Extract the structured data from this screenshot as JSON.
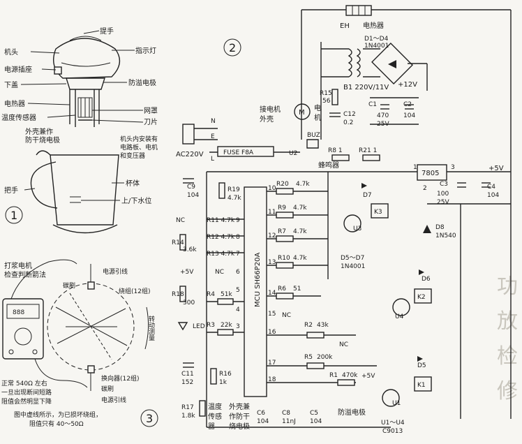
{
  "fig1": {
    "number": "1",
    "labels": {
      "handle_top": "提手",
      "head": "机头",
      "power_socket": "电源插座",
      "lower_cover": "下盖",
      "heater": "电热器",
      "temp_sensor": "温度传感器",
      "shell_note_1": "外壳兼作",
      "shell_note_2": "防干烧电极",
      "indicator": "指示灯",
      "overflow_electrode": "防溢电极",
      "mesh": "网罩",
      "blade": "刀片",
      "head_note_1": "机头内安装有",
      "head_note_2": "电路板、电机",
      "head_note_3": "和变压器",
      "handle": "把手",
      "cup": "杯体",
      "water_level": "上/下水位"
    }
  },
  "fig3": {
    "number": "3",
    "title_1": "打浆电机",
    "title_2": "检查判断箭法",
    "brush_top": "碳刷",
    "power_lead_top": "电源引线",
    "winding": "绕组(12组)",
    "rotate": "转动测量",
    "commutator": "换向器(12组)",
    "brush_bottom": "碳刷",
    "power_lead_bottom": "电源引线",
    "normal_1": "正常 540Ω 左右",
    "normal_2": "一旦出现断间短路",
    "normal_3": "阻值会然明显下降",
    "caption_1": "图中虚线所示，为已损坏绕组，",
    "caption_2": "阻值只有 40～50Ω",
    "meter_display": "888"
  },
  "fig2": {
    "number": "2",
    "eh_label": "EH",
    "heater_label": "电热器",
    "diodes_label": "D1～D4",
    "diodes_part": "1N4001",
    "transformer": "B1 220V/11V",
    "plus12": "+12V",
    "r15": "R15",
    "r15_val": "56",
    "motor_label_1": "电",
    "motor_label_2": "机",
    "motor_symbol": "M",
    "motor_case_1": "接电机",
    "motor_case_2": "外壳",
    "c12": "C12",
    "c12_val": "0.2",
    "c1": "C1",
    "c1_val_1": "470",
    "c1_val_2": "25V",
    "c2": "C2",
    "c2_val": "104",
    "plug_n": "N",
    "plug_e": "E",
    "plug_l": "L",
    "fuse": "FUSE  F8A",
    "ac": "AC220V",
    "buz": "BUZ",
    "u2": "U2",
    "buzzer": "蜂鸣器",
    "r8": "R8  1",
    "r21": "R21  1",
    "reg": "7805",
    "reg_pin1": "1",
    "reg_pin2": "2",
    "reg_pin3": "3",
    "plus5": "+5V",
    "c3": "C3",
    "c3_val_1": "100",
    "c3_val_2": "25V",
    "c4": "C4",
    "c4_val": "104",
    "c9": "C9",
    "c9_val": "104",
    "r19": "R19",
    "r19_val": "4.7k",
    "r20": "R20",
    "r20_val": "4.7k",
    "r9": "R9",
    "r9_val": "4.7k",
    "r7": "R7",
    "r7_val": "4.7k",
    "r10": "R10",
    "r10_val": "4.7k",
    "r6": "R6",
    "r6_val": "51",
    "r11": "R11 4.7k",
    "r12": "R12 4.7k",
    "r13": "R13 4.7k",
    "nc_left": "NC",
    "r14": "R14",
    "r14_val": "3.6k",
    "plus5_left": "+5V",
    "r18": "R18",
    "r18_val": "300",
    "led": "LED",
    "r4": "R4",
    "r4_val": "51k",
    "r3": "R3",
    "r3_val": "22k",
    "nc_mid": "NC",
    "mcu": "MCU  SH66P20A",
    "pins_left": [
      "9",
      "8",
      "7",
      "6",
      "5",
      "4",
      "3"
    ],
    "pins_right": [
      "10",
      "11",
      "12",
      "13",
      "14",
      "15",
      "16",
      "17",
      "18"
    ],
    "nc_right": "NC",
    "nc_r2": "NC",
    "r2": "R2",
    "r2_val": "43k",
    "r5": "R5",
    "r5_val": "200k",
    "r1": "R1",
    "r1_val": "470k",
    "plus5_bottom": "+5V",
    "d7": "D7",
    "k3": "K3",
    "u3": "U3",
    "d8": "D8",
    "d8_part": "1N540",
    "d5d7": "D5～D7",
    "d5d7_part": "1N4001",
    "d6": "D6",
    "k2": "K2",
    "u4": "U4",
    "d5": "D5",
    "k1": "K1",
    "u1": "U1",
    "u1u4": "U1～U4",
    "u1u4_part": "C9013",
    "c11": "C11",
    "c11_val": "152",
    "r16": "R16",
    "r16_val": "1k",
    "r17": "R17",
    "r17_val": "1.8k",
    "temp_sensor_1": "温度",
    "temp_sensor_2": "传感",
    "temp_sensor_3": "器",
    "shell_1": "外壳兼",
    "shell_2": "作防干",
    "shell_3": "烧电极",
    "c6": "C6",
    "c6_val": "104",
    "c8": "C8",
    "c8_val": "11nJ",
    "c5": "C5",
    "c5_val": "104",
    "overflow": "防溢电极"
  },
  "watermark": [
    "功",
    "放",
    "检",
    "修"
  ]
}
